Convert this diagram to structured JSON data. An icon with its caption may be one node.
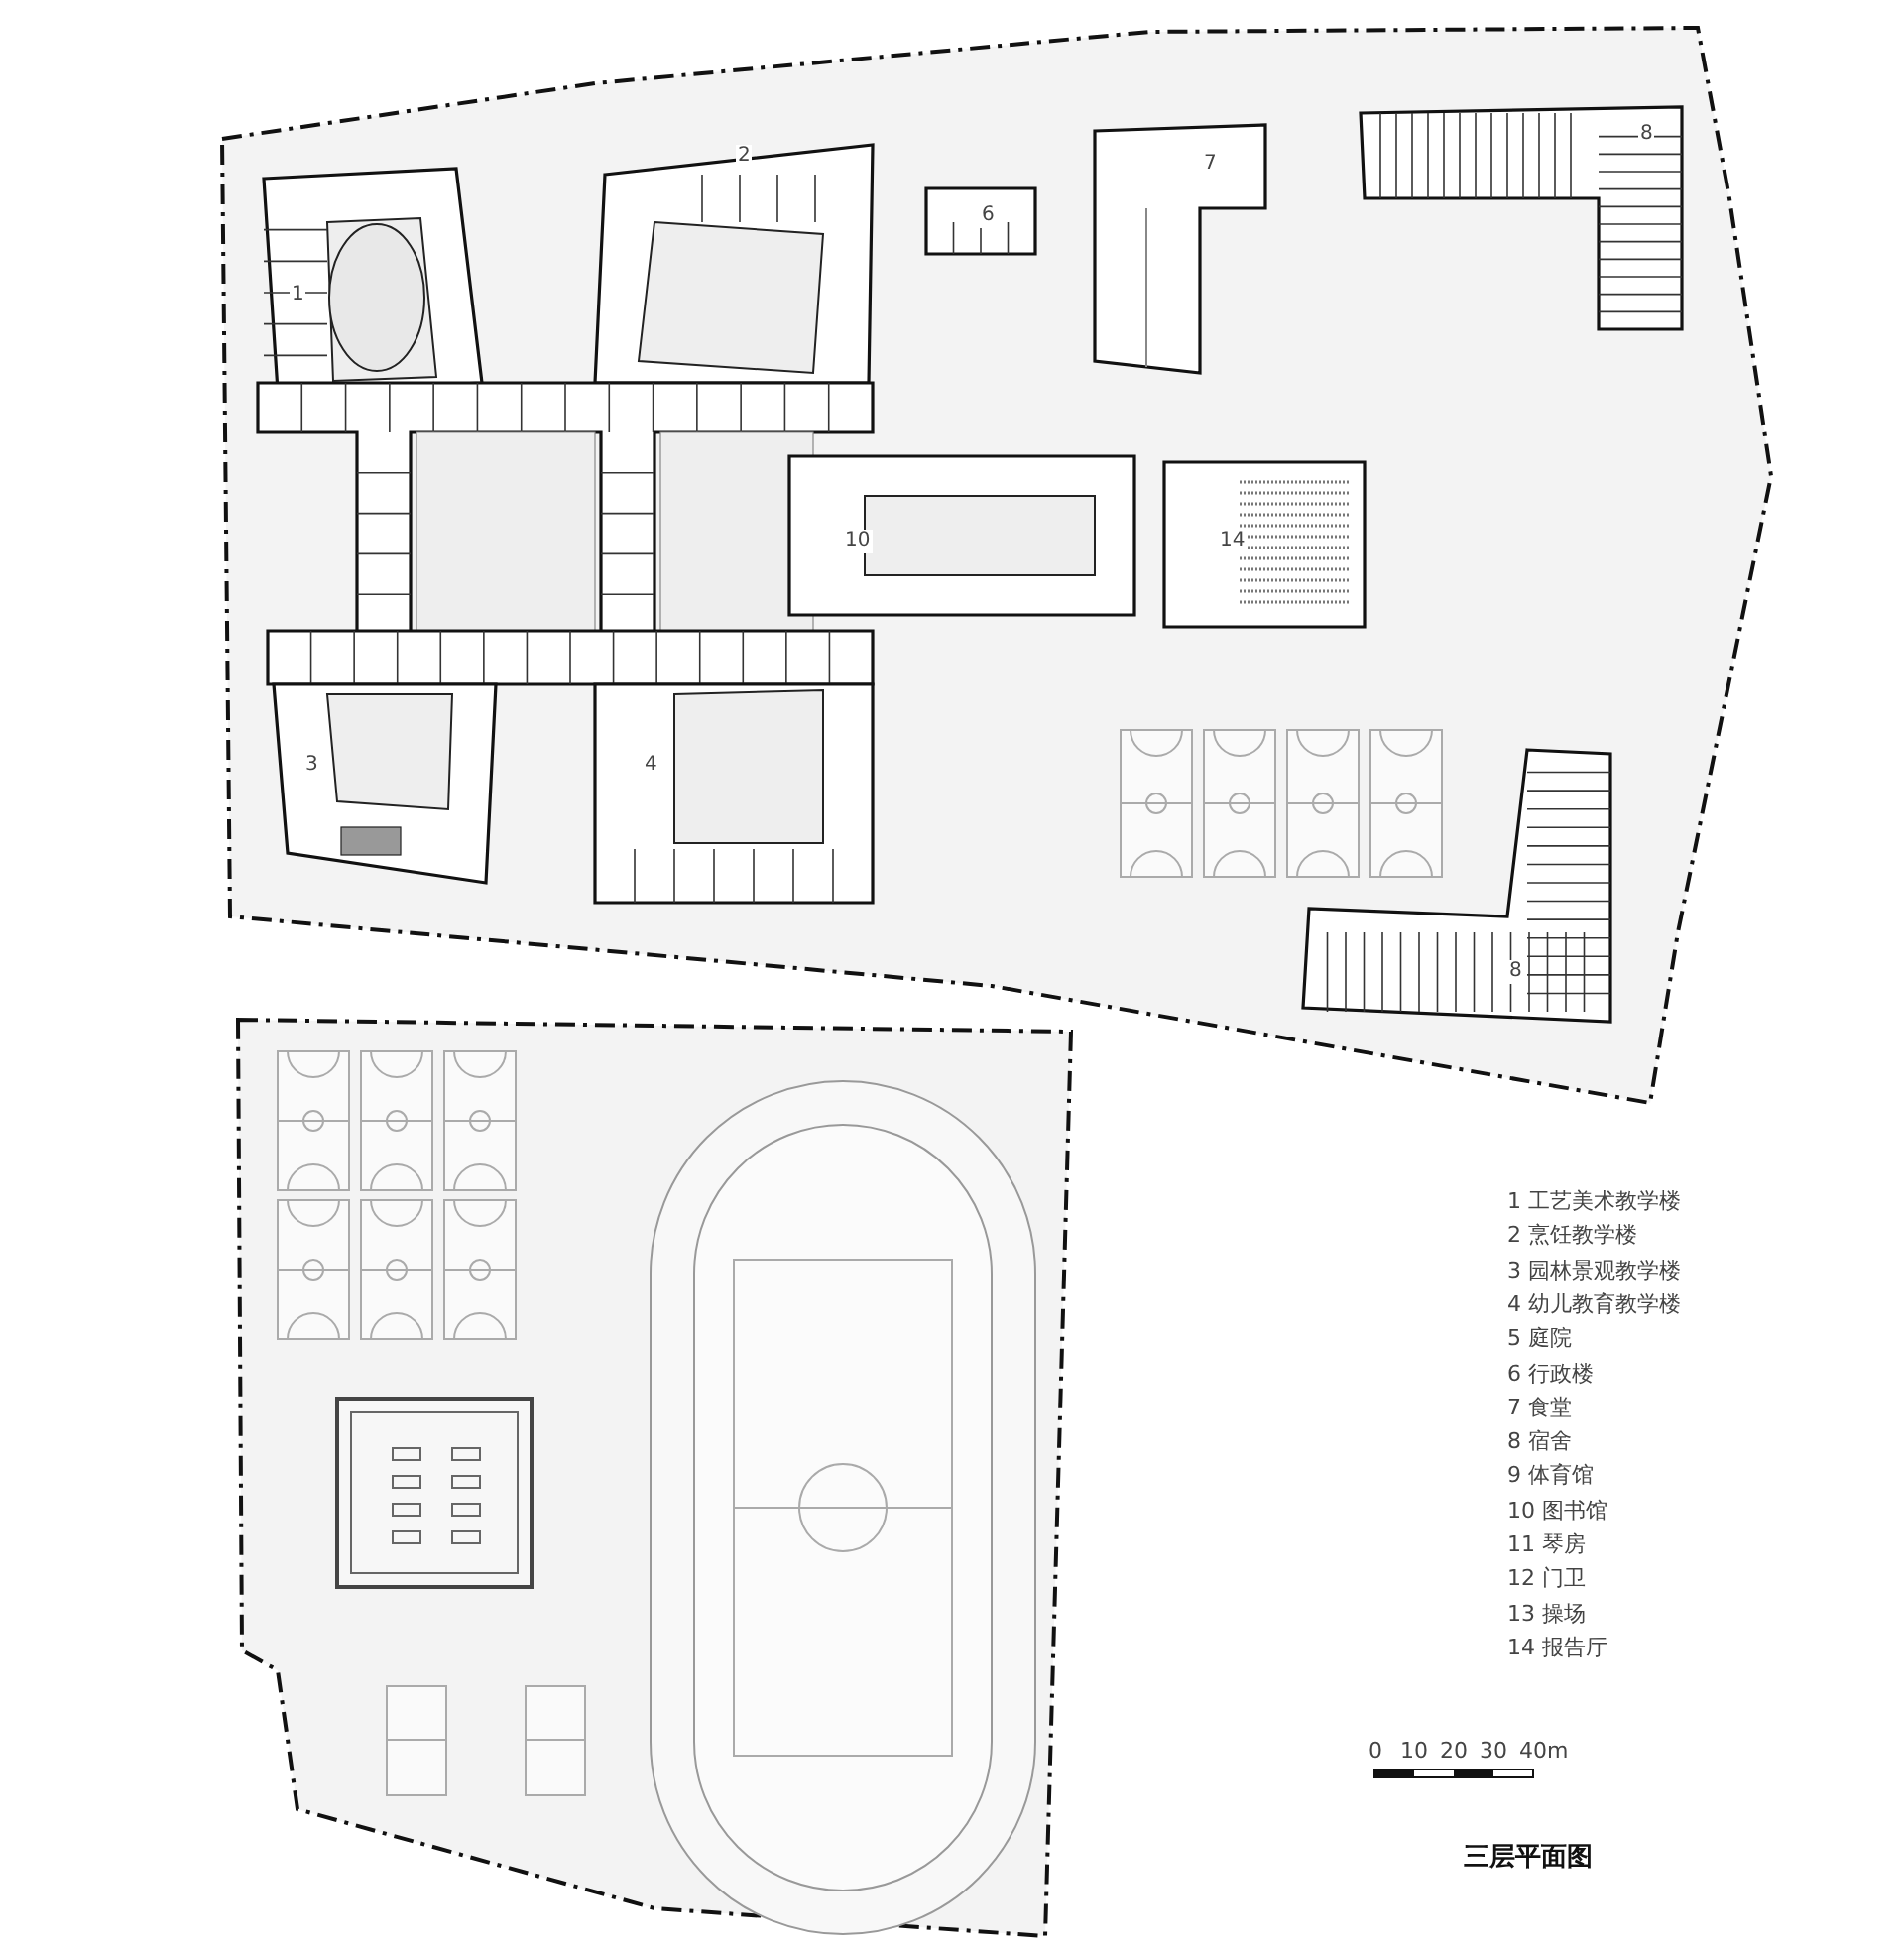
{
  "diagram": {
    "title": "三层平面图",
    "labels": [
      "2",
      "7",
      "8",
      "6",
      "1",
      "10",
      "14",
      "3",
      "4",
      "8",
      "1 工艺美术教学楼",
      "2 烹饪教学楼",
      "3 园林景观教学楼",
      "4 幼儿教育教学楼",
      "5 庭院",
      "6 行政楼",
      "7 食堂",
      "8 宿舍",
      "9 体育馆",
      "10 图书馆",
      "11 琴房",
      "12 门卫",
      "13 操场",
      "14 报告厅",
      "0",
      "10",
      "20",
      "30",
      "40m"
    ]
  }
}
